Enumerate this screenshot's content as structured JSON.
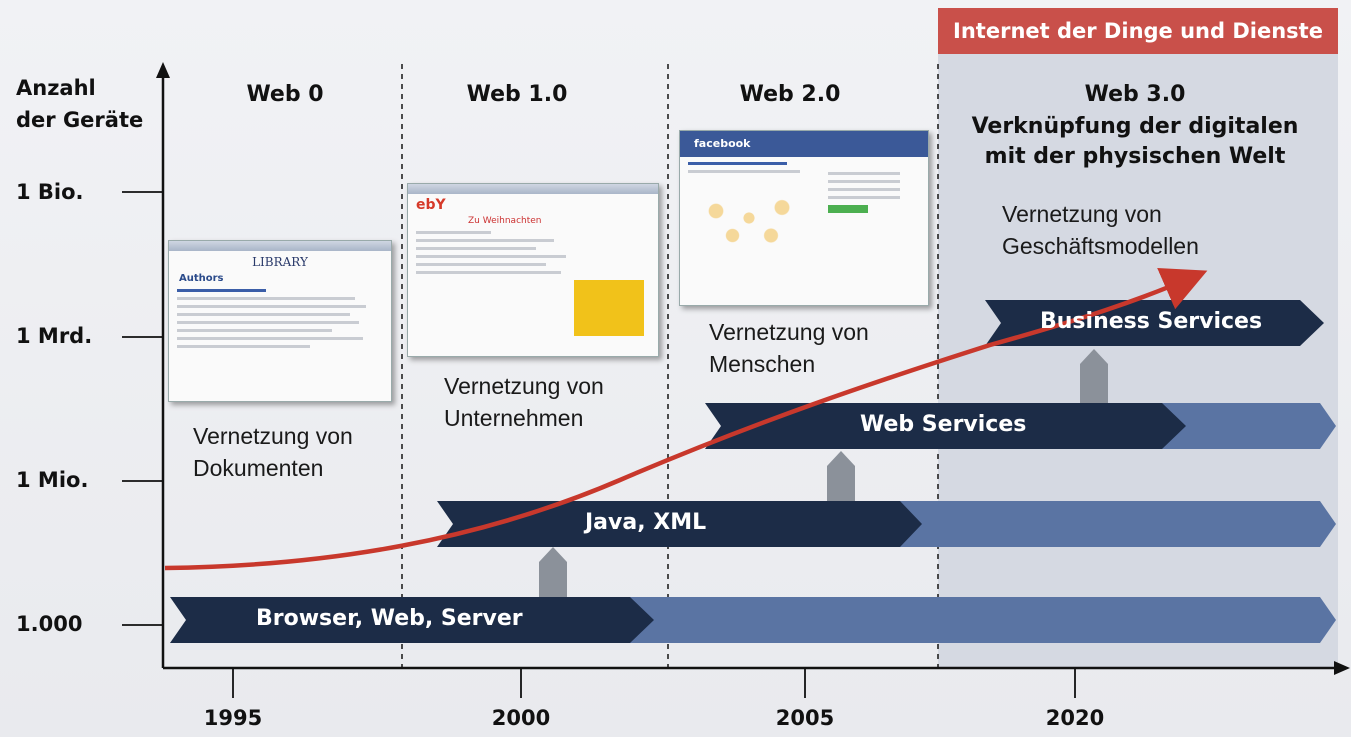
{
  "band": {
    "title": "Internet der Dinge und Dienste"
  },
  "y_axis": {
    "title_line1": "Anzahl",
    "title_line2": "der Geräte",
    "ticks": [
      "1 Bio.",
      "1 Mrd.",
      "1 Mio.",
      "1.000"
    ]
  },
  "x_axis": {
    "ticks": [
      "1995",
      "2000",
      "2005",
      "2020"
    ]
  },
  "eras": [
    {
      "name": "Web 0"
    },
    {
      "name": "Web 1.0"
    },
    {
      "name": "Web 2.0"
    },
    {
      "name": "Web 3.0",
      "subtitle_line1": "Verknüpfung der digitalen",
      "subtitle_line2": "mit der physischen Welt"
    }
  ],
  "captions": {
    "documents_line1": "Vernetzung von",
    "documents_line2": "Dokumenten",
    "companies_line1": "Vernetzung von",
    "companies_line2": "Unternehmen",
    "people_line1": "Vernetzung von",
    "people_line2": "Menschen",
    "business_line1": "Vernetzung von",
    "business_line2": "Geschäftsmodellen"
  },
  "arrows": [
    {
      "label": "Browser, Web, Server"
    },
    {
      "label": "Java, XML"
    },
    {
      "label": "Web Services"
    },
    {
      "label": "Business Services"
    }
  ],
  "screenshots": {
    "library_title": "LIBRARY",
    "library_heading": "Authors",
    "ebay_logo": "ebY",
    "ebay_heading": "Zu Weihnachten",
    "facebook_logo": "facebook"
  },
  "colors": {
    "arrow_dark": "#1c2c47",
    "arrow_light": "#5a74a3",
    "connector": "#8b919a",
    "growth_curve": "#c8382c",
    "band_fill": "#d5d9e2",
    "band_title": "#c9504a"
  }
}
